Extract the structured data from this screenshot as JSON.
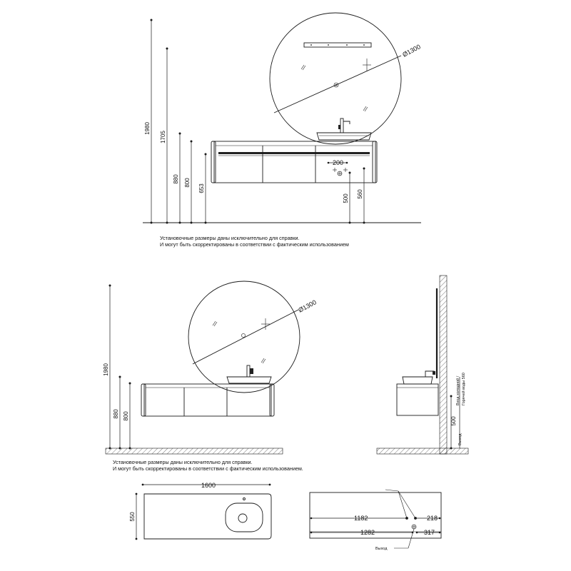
{
  "top_view": {
    "dims": {
      "h1980": "1980",
      "h1705": "1705",
      "h880": "880",
      "h800": "800",
      "h653": "653",
      "h500": "500",
      "h560": "560",
      "w200": "200",
      "d1300": "Ø1300"
    },
    "note_line1": "Установочные размеры даны исключительно для справки.",
    "note_line2": "И могут быть скорректированы в соответствии с фактическим использованием"
  },
  "middle_view": {
    "dims": {
      "h1980": "1980",
      "h880": "880",
      "h800": "800",
      "d1300": "Ø1300"
    },
    "note_line1": "Установочные размеры даны исключительно для справки.",
    "note_line2": "И могут быть скорректированы в соответствии с фактическим использованием."
  },
  "side_view": {
    "h500": "500",
    "inlet_label_line1": "Вход холодной /",
    "inlet_label_line2": "Горячей воды 560",
    "outlet_label": "Выход"
  },
  "plan_view": {
    "w1600": "1600",
    "d550": "550"
  },
  "bottom_view": {
    "d1182": "1182",
    "d218": "218",
    "d1282": "1282",
    "d317": "317",
    "outlet_label": "Выход"
  }
}
